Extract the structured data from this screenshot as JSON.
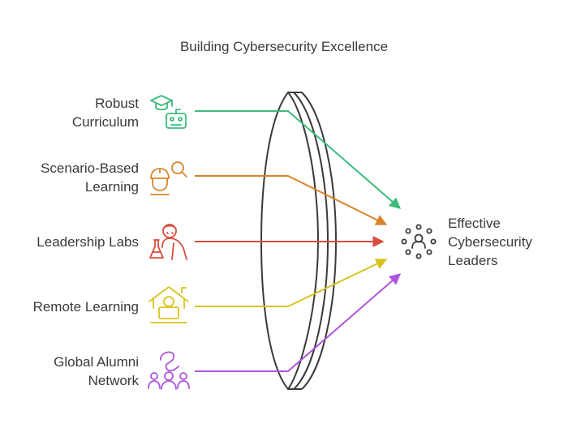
{
  "title": "Building Cybersecurity Excellence",
  "outcome": {
    "lines": [
      "Effective",
      "Cybersecurity",
      "Leaders"
    ],
    "icon": "people-network-icon",
    "color": "#3a3a3a"
  },
  "inputs": [
    {
      "lines": [
        "Robust",
        "Curriculum"
      ],
      "icon": "graduation-robot-icon",
      "color": "#3dbb7c"
    },
    {
      "lines": [
        "Scenario-Based",
        "Learning"
      ],
      "icon": "worker-search-icon",
      "color": "#d9842a"
    },
    {
      "lines": [
        "Leadership Labs"
      ],
      "icon": "scientist-flask-icon",
      "color": "#d94d3f"
    },
    {
      "lines": [
        "Remote Learning"
      ],
      "icon": "home-laptop-icon",
      "color": "#d8c41f"
    },
    {
      "lines": [
        "Global Alumni",
        "Network"
      ],
      "icon": "alumni-group-icon",
      "color": "#ad55de"
    }
  ],
  "lens_color": "#3a3a3a"
}
